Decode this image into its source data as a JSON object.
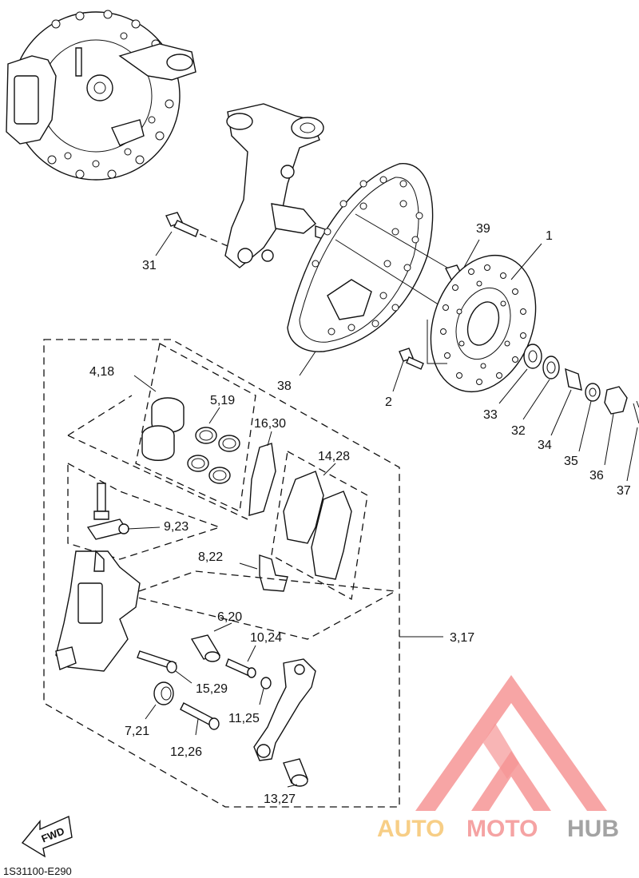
{
  "labels": {
    "p1": "1",
    "p2": "2",
    "p3_17": "3,17",
    "p4_18": "4,18",
    "p5_19": "5,19",
    "p6_20": "6,20",
    "p7_21": "7,21",
    "p8_22": "8,22",
    "p9_23": "9,23",
    "p10_24": "10,24",
    "p11_25": "11,25",
    "p12_26": "12,26",
    "p13_27": "13,27",
    "p14_28": "14,28",
    "p15_29": "15,29",
    "p16_30": "16,30",
    "p31": "31",
    "p32": "32",
    "p33": "33",
    "p34": "34",
    "p35": "35",
    "p36": "36",
    "p37": "37",
    "p38": "38",
    "p39": "39"
  },
  "fwd_label": "FWD",
  "diagram_code": "1S31100-E290",
  "watermark": {
    "auto": "AUTO",
    "moto": "MOTO",
    "hub": "HUB",
    "colors": {
      "auto": "#f7c97a",
      "moto": "#f49a9a",
      "hub": "#9a9a9a",
      "triangle": "#f58a8a"
    }
  }
}
